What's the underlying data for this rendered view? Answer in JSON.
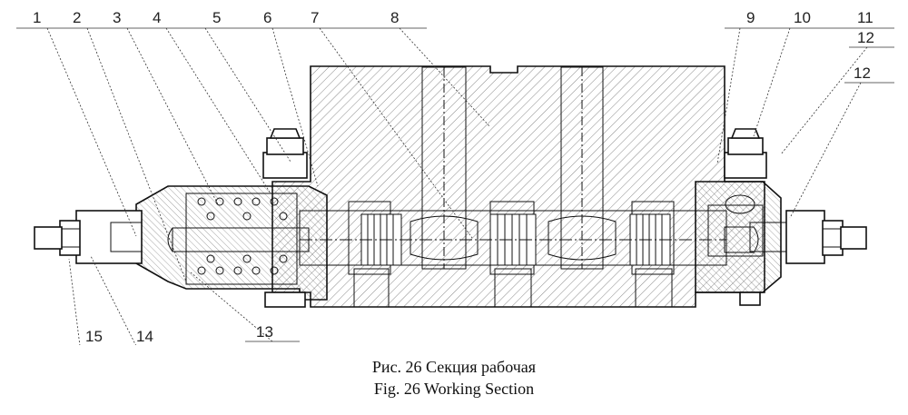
{
  "figure": {
    "caption_ru": "Рис. 26   Секция рабочая",
    "caption_en": "Fig. 26  Working Section"
  },
  "callouts": [
    "1",
    "2",
    "3",
    "4",
    "5",
    "6",
    "7",
    "8",
    "9",
    "10",
    "11",
    "12",
    "12",
    "15",
    "14",
    "13"
  ],
  "colors": {
    "ink": "#111111",
    "hatch": "#555555",
    "background": "#ffffff"
  }
}
